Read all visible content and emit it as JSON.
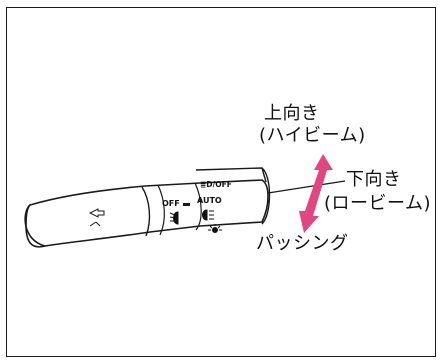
{
  "labels": {
    "up_title": "上向き",
    "up_sub": "(ハイビーム)",
    "down_title": "下向き",
    "down_sub": "(ロービーム)",
    "passing": "パッシング"
  },
  "switch_markings": {
    "off_left": "OFF",
    "auto": "AUTO",
    "off_right": "≣D/OFF"
  },
  "colors": {
    "arrow": "#e2457f",
    "line": "#1a1a1a"
  },
  "icons": [
    "headlight-icon",
    "fog-light-icon",
    "parking-light-icon",
    "beam-indicator-icon"
  ]
}
